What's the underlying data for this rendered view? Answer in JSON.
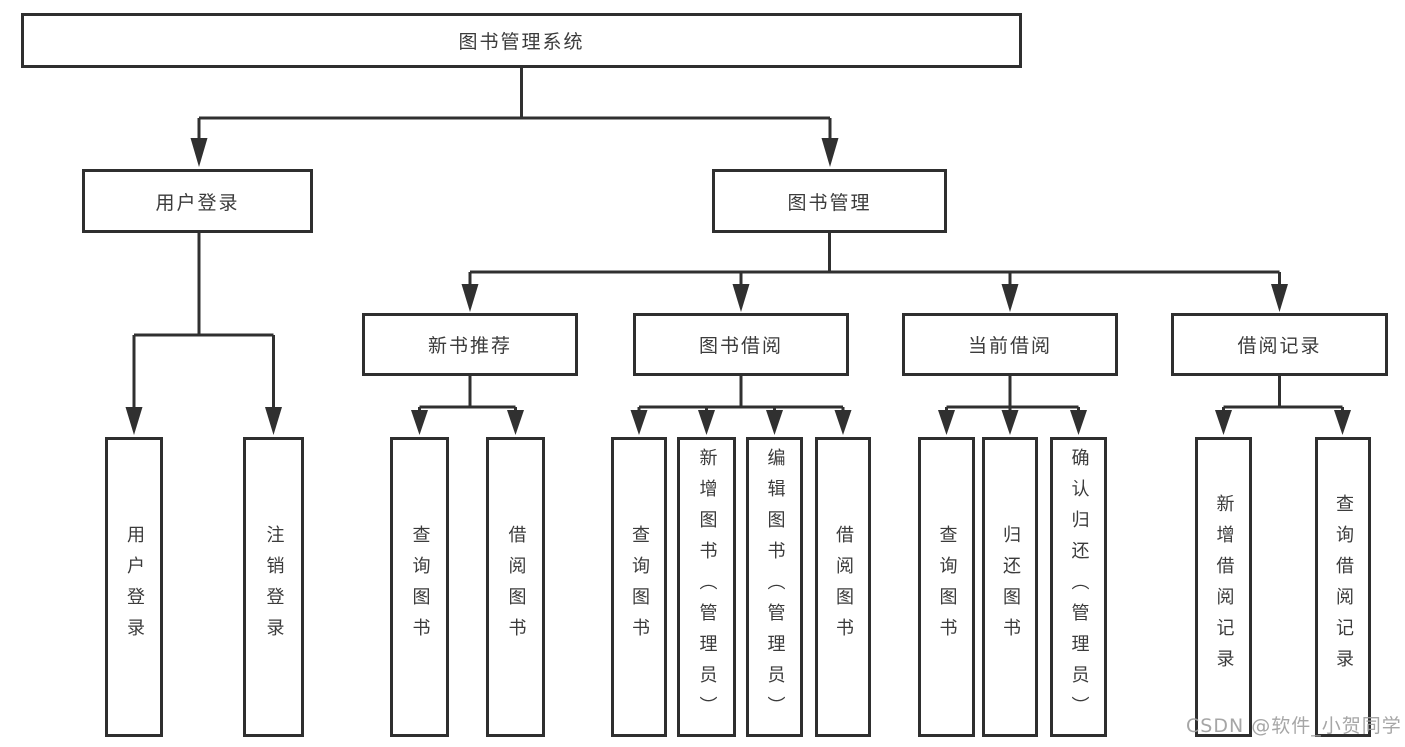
{
  "diagram": {
    "type": "hierarchy-tree",
    "title": "图书管理系统",
    "tree": {
      "root": {
        "label": "图书管理系统",
        "children": [
          {
            "label": "用户登录",
            "children": [
              {
                "label": "用户登录"
              },
              {
                "label": "注销登录"
              }
            ]
          },
          {
            "label": "图书管理",
            "children": [
              {
                "label": "新书推荐",
                "children": [
                  {
                    "label": "查询图书"
                  },
                  {
                    "label": "借阅图书"
                  }
                ]
              },
              {
                "label": "图书借阅",
                "children": [
                  {
                    "label": "查询图书"
                  },
                  {
                    "label": "新增图书（管理员）"
                  },
                  {
                    "label": "编辑图书（管理员）"
                  },
                  {
                    "label": "借阅图书"
                  }
                ]
              },
              {
                "label": "当前借阅",
                "children": [
                  {
                    "label": "查询图书"
                  },
                  {
                    "label": "归还图书"
                  },
                  {
                    "label": "确认归还（管理员）"
                  }
                ]
              },
              {
                "label": "借阅记录",
                "children": [
                  {
                    "label": "新增借阅记录"
                  },
                  {
                    "label": "查询借阅记录"
                  }
                ]
              }
            ]
          }
        ]
      }
    },
    "colors": {
      "line": "#303030",
      "border": "#2f2f2f",
      "text": "#3b3b3b",
      "box_background": "#ffffff"
    }
  },
  "watermark": {
    "text": "CSDN @软件_小贺同学",
    "color": "#9e9e9e"
  }
}
